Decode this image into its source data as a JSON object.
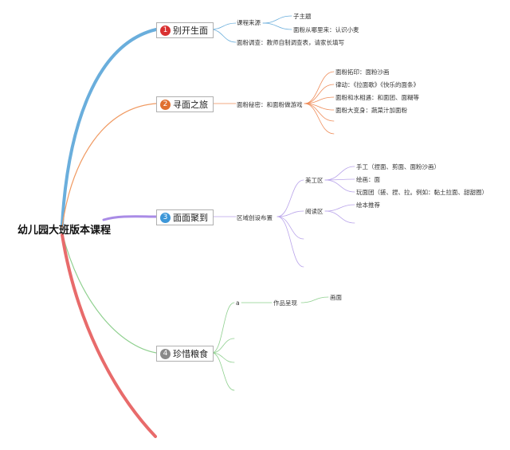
{
  "root": "幼儿园大班版本课程",
  "colors": {
    "branch1": "#6aaedc",
    "branch2": "#f09a62",
    "branch3": "#a98be6",
    "branch4": "#e86b6b",
    "sub1": "#ef8d5a",
    "sub3": "#b9a4ea",
    "sub4": "#8fd08f",
    "num1": "#d93030",
    "num2": "#e07030",
    "num3": "#3d97d8",
    "num4": "#8a8a8a"
  },
  "branches": [
    {
      "num": "1",
      "label": "别开生面",
      "children": [
        {
          "label": "课程来源",
          "children": [
            "子主题",
            "面粉从哪里来：认识小麦"
          ]
        },
        {
          "label": "面粉调查：教师自制调查表，请家长填写"
        }
      ]
    },
    {
      "num": "2",
      "label": "寻面之旅",
      "children": [
        {
          "label": "面粉秘密：和面粉做游戏",
          "children": [
            "面粉拓印：面粉沙画",
            "律动：《拉面歌》《快乐的面条》",
            "面粉和水相遇：和面团、面糊等",
            "面粉大变身：蔬菜汁加面粉"
          ]
        }
      ]
    },
    {
      "num": "3",
      "label": "面面聚到",
      "children": [
        {
          "label": "区域创设布置",
          "children": [
            {
              "label": "美工区",
              "children": [
                "手工（捏面、剪面、面粉沙画）",
                "绘画：面",
                "玩面团（搓、捏、拉。例如：黏土拉面、甜甜圈）"
              ]
            },
            {
              "label": "阅读区",
              "children": [
                "绘本推荐"
              ]
            }
          ]
        }
      ]
    },
    {
      "num": "4",
      "label": "珍惜粮食",
      "children": [
        {
          "label": "a",
          "children": [
            {
              "label": "作品呈现",
              "children": [
                "画面"
              ]
            }
          ]
        }
      ]
    }
  ]
}
